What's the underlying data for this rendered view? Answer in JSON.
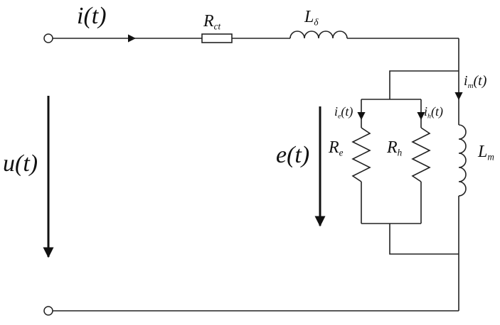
{
  "labels": {
    "i_t": {
      "base": "i(t)"
    },
    "u_t": {
      "base": "u(t)"
    },
    "e_t": {
      "base": "e(t)"
    },
    "r_ct": {
      "base": "R",
      "sub": "ct"
    },
    "l_delta": {
      "base": "L",
      "sub": "δ"
    },
    "i_m": {
      "base": "i",
      "sub": "m",
      "tail": "(t)"
    },
    "i_e": {
      "base": "i",
      "sub": "e",
      "tail": "(t)"
    },
    "i_h": {
      "base": "i",
      "sub": "h",
      "tail": "(t)"
    },
    "r_e": {
      "base": "R",
      "sub": "e"
    },
    "r_h": {
      "base": "R",
      "sub": "h"
    },
    "l_m": {
      "base": "L",
      "sub": "m"
    }
  }
}
